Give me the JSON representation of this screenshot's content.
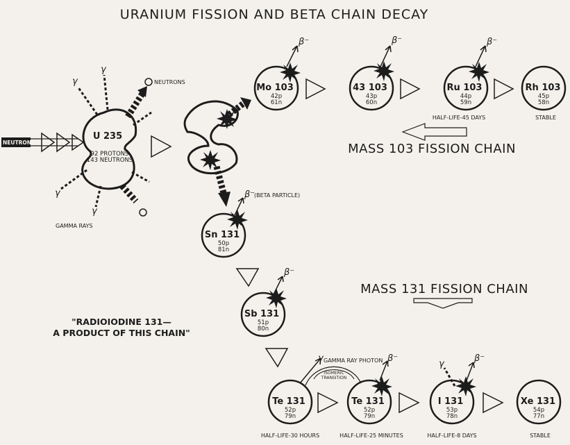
{
  "title": "URANIUM FISSION AND BETA CHAIN DECAY",
  "u235": {
    "symbol": "U 235",
    "protons": "92 PROTONS",
    "neutrons": "143 NEUTRONS"
  },
  "labels": {
    "neutron": "NEUTRON",
    "neutrons": "NEUTRONS",
    "gamma_rays": "GAMMA RAYS",
    "beta_particle": "(BETA PARTICLE)",
    "gamma_ray_photon": "GAMMA RAY PHOTON",
    "isomeric_1": "ISOMERIC",
    "isomeric_2": "TRANSITION",
    "beta": "β⁻",
    "gamma": "γ"
  },
  "chain103": {
    "title": "MASS 103 FISSION CHAIN",
    "nuclides": [
      {
        "symbol": "Mo 103",
        "p": "42p",
        "n": "61n",
        "note": ""
      },
      {
        "symbol": "43 103",
        "p": "43p",
        "n": "60n",
        "note": ""
      },
      {
        "symbol": "Ru 103",
        "p": "44p",
        "n": "59n",
        "note": "HALF-LIFE-45 DAYS"
      },
      {
        "symbol": "Rh 103",
        "p": "45p",
        "n": "58n",
        "note": "STABLE"
      }
    ]
  },
  "chain131": {
    "title": "MASS 131 FISSION CHAIN",
    "quote_1": "\"RADIOIODINE 131—",
    "quote_2": "A PRODUCT OF THIS CHAIN\"",
    "nuclides": [
      {
        "symbol": "Sn 131",
        "p": "50p",
        "n": "81n",
        "note": ""
      },
      {
        "symbol": "Sb 131",
        "p": "51p",
        "n": "80n",
        "note": ""
      },
      {
        "symbol": "Te 131",
        "p": "52p",
        "n": "79n",
        "note": "HALF-LIFE-30 HOURS"
      },
      {
        "symbol": "Te 131",
        "p": "52p",
        "n": "79n",
        "note": "HALF-LIFE-25 MINUTES"
      },
      {
        "symbol": "I 131",
        "p": "53p",
        "n": "78n",
        "note": "HALF-LIFE-8 DAYS"
      },
      {
        "symbol": "Xe 131",
        "p": "54p",
        "n": "77n",
        "note": "STABLE"
      }
    ]
  }
}
